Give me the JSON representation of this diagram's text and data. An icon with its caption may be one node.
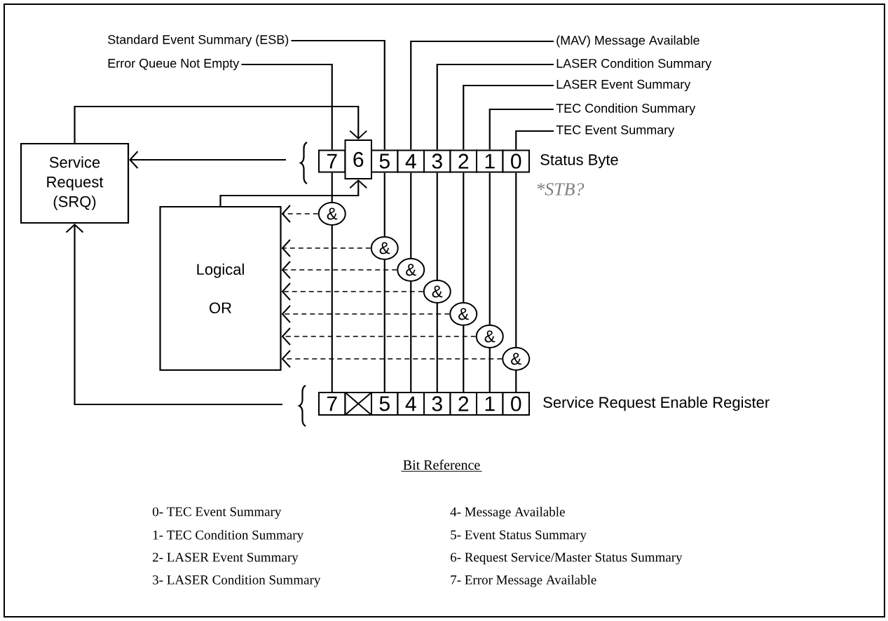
{
  "diagram": {
    "nodes": [
      {
        "text": [
          "Standard Event Summary (ESB)"
        ]
      },
      {
        "text": [
          "Error Queue Not Empty"
        ]
      },
      {
        "text": [
          "(MAV) Message Available"
        ]
      },
      {
        "text": [
          "LASER Condition Summary"
        ]
      },
      {
        "text": [
          "LASER Event Summary"
        ]
      },
      {
        "text": [
          "TEC Condition Summary"
        ]
      },
      {
        "text": [
          "TEC Event Summary"
        ]
      },
      {
        "text": [
          "Service Request (SRQ)"
        ]
      },
      {
        "text": [
          "7"
        ]
      },
      {
        "text": [
          "6"
        ]
      },
      {
        "text": [
          "5"
        ]
      },
      {
        "text": [
          "4"
        ]
      },
      {
        "text": [
          "3"
        ]
      },
      {
        "text": [
          "2"
        ]
      },
      {
        "text": [
          "1"
        ]
      },
      {
        "text": [
          "0"
        ]
      },
      {
        "text": [
          "Logical OR"
        ]
      },
      {
        "text": [
          "&"
        ]
      },
      {
        "text": [
          "&"
        ]
      },
      {
        "text": [
          "&"
        ]
      },
      {
        "text": [
          "&"
        ]
      },
      {
        "text": [
          "&"
        ]
      },
      {
        "text": [
          "&"
        ]
      },
      {
        "text": [
          "&"
        ]
      },
      {
        "text": [
          "7"
        ]
      },
      {
        "text": [],
        "shape": "box"
      },
      {
        "text": [
          "5"
        ]
      },
      {
        "text": [
          "4"
        ]
      },
      {
        "text": [
          "3"
        ]
      },
      {
        "text": [
          "2"
        ]
      },
      {
        "text": [
          "1"
        ]
      },
      {
        "text": [
          "0"
        ]
      }
    ],
    "edges": [
      {
        "from": 1,
        "to": 8,
        "arrow": "none"
      },
      {
        "from": 0,
        "to": 10,
        "arrow": "none"
      },
      {
        "from": 2,
        "to": 11,
        "arrow": "none"
      },
      {
        "from": 3,
        "to": 12,
        "arrow": "none"
      },
      {
        "from": 4,
        "to": 13,
        "arrow": "none"
      },
      {
        "from": 5,
        "to": 14,
        "arrow": "none"
      },
      {
        "from": 6,
        "to": 15,
        "arrow": "none"
      },
      {
        "from": 8,
        "to": 17,
        "arrow": "none"
      },
      {
        "from": 10,
        "to": 18,
        "arrow": "none"
      },
      {
        "from": 11,
        "to": 19,
        "arrow": "none"
      },
      {
        "from": 12,
        "to": 20,
        "arrow": "none"
      },
      {
        "from": 13,
        "to": 21,
        "arrow": "none"
      },
      {
        "from": 14,
        "to": 22,
        "arrow": "none"
      },
      {
        "from": 15,
        "to": 23,
        "arrow": "none"
      },
      {
        "from": 24,
        "to": 17,
        "arrow": "none"
      },
      {
        "from": 26,
        "to": 18,
        "arrow": "none"
      },
      {
        "from": 27,
        "to": 19,
        "arrow": "none"
      },
      {
        "from": 28,
        "to": 20,
        "arrow": "none"
      },
      {
        "from": 29,
        "to": 21,
        "arrow": "none"
      },
      {
        "from": 30,
        "to": 22,
        "arrow": "none"
      },
      {
        "from": 31,
        "to": 23,
        "arrow": "none"
      },
      {
        "from": 17,
        "to": 16,
        "arrow": "to",
        "style": "dashed"
      },
      {
        "from": 18,
        "to": 16,
        "arrow": "to",
        "style": "dashed"
      },
      {
        "from": 19,
        "to": 16,
        "arrow": "to",
        "style": "dashed"
      },
      {
        "from": 20,
        "to": 16,
        "arrow": "to",
        "style": "dashed"
      },
      {
        "from": 21,
        "to": 16,
        "arrow": "to",
        "style": "dashed"
      },
      {
        "from": 22,
        "to": 16,
        "arrow": "to",
        "style": "dashed"
      },
      {
        "from": 23,
        "to": 16,
        "arrow": "to",
        "style": "dashed"
      },
      {
        "from": 16,
        "to": 9,
        "arrow": "to"
      },
      {
        "from": 7,
        "to": 9,
        "arrow": "to"
      },
      {
        "from": null,
        "to": 7,
        "arrow": "to"
      },
      {
        "from": null,
        "to": 7,
        "arrow": "to"
      }
    ],
    "labels": [
      "Status Byte",
      "*STB?",
      "Service Request Enable Register",
      "Bit Reference",
      "0- TEC Event Summary",
      "4- Message Available",
      "1- TEC Condition Summary",
      "5- Event Status Summary",
      "2- LASER Event Summary",
      "6- Request Service/Master Status Summary",
      "3- LASER Condition Summary",
      "7- Error Message Available"
    ]
  }
}
